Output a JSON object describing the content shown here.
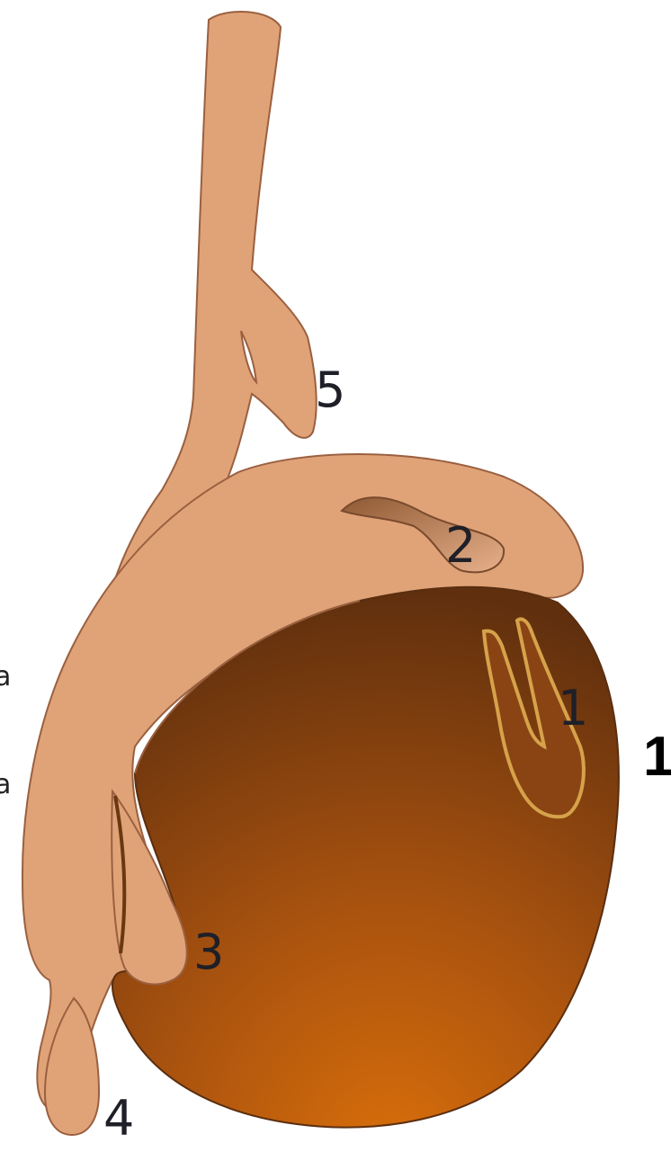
{
  "diagram": {
    "labels": {
      "one": "1",
      "two": "2",
      "three": "3",
      "four": "4",
      "five": "5"
    },
    "side_number": "1",
    "edge_fragments": [
      "a",
      "a"
    ],
    "colors": {
      "tissue_fill": "#e0a377",
      "tissue_stroke": "#9a6040",
      "testis_dark": "#6a3410",
      "testis_light": "#d06a0c",
      "appendix_outline": "#d6a24a",
      "label_text": "#1f1f28"
    }
  }
}
